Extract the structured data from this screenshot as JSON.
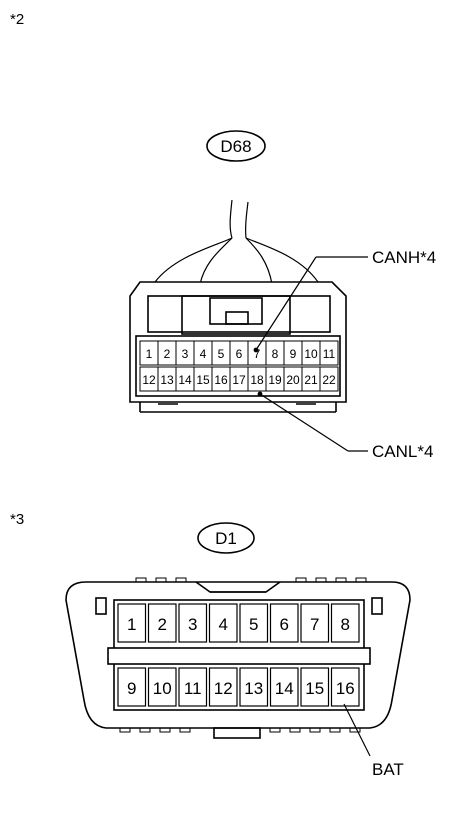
{
  "upper": {
    "note": "*2",
    "connector_name": "D68",
    "row1_pins": [
      "1",
      "2",
      "3",
      "4",
      "5",
      "6",
      "7",
      "8",
      "9",
      "10",
      "11"
    ],
    "row2_pins": [
      "12",
      "13",
      "14",
      "15",
      "16",
      "17",
      "18",
      "19",
      "20",
      "21",
      "22"
    ],
    "canh_label": "CANH*4",
    "canl_label": "CANL*4"
  },
  "lower": {
    "note": "*3",
    "connector_name": "D1",
    "row1_pins": [
      "1",
      "2",
      "3",
      "4",
      "5",
      "6",
      "7",
      "8"
    ],
    "row2_pins": [
      "9",
      "10",
      "11",
      "12",
      "13",
      "14",
      "15",
      "16"
    ],
    "bat_label": "BAT"
  }
}
